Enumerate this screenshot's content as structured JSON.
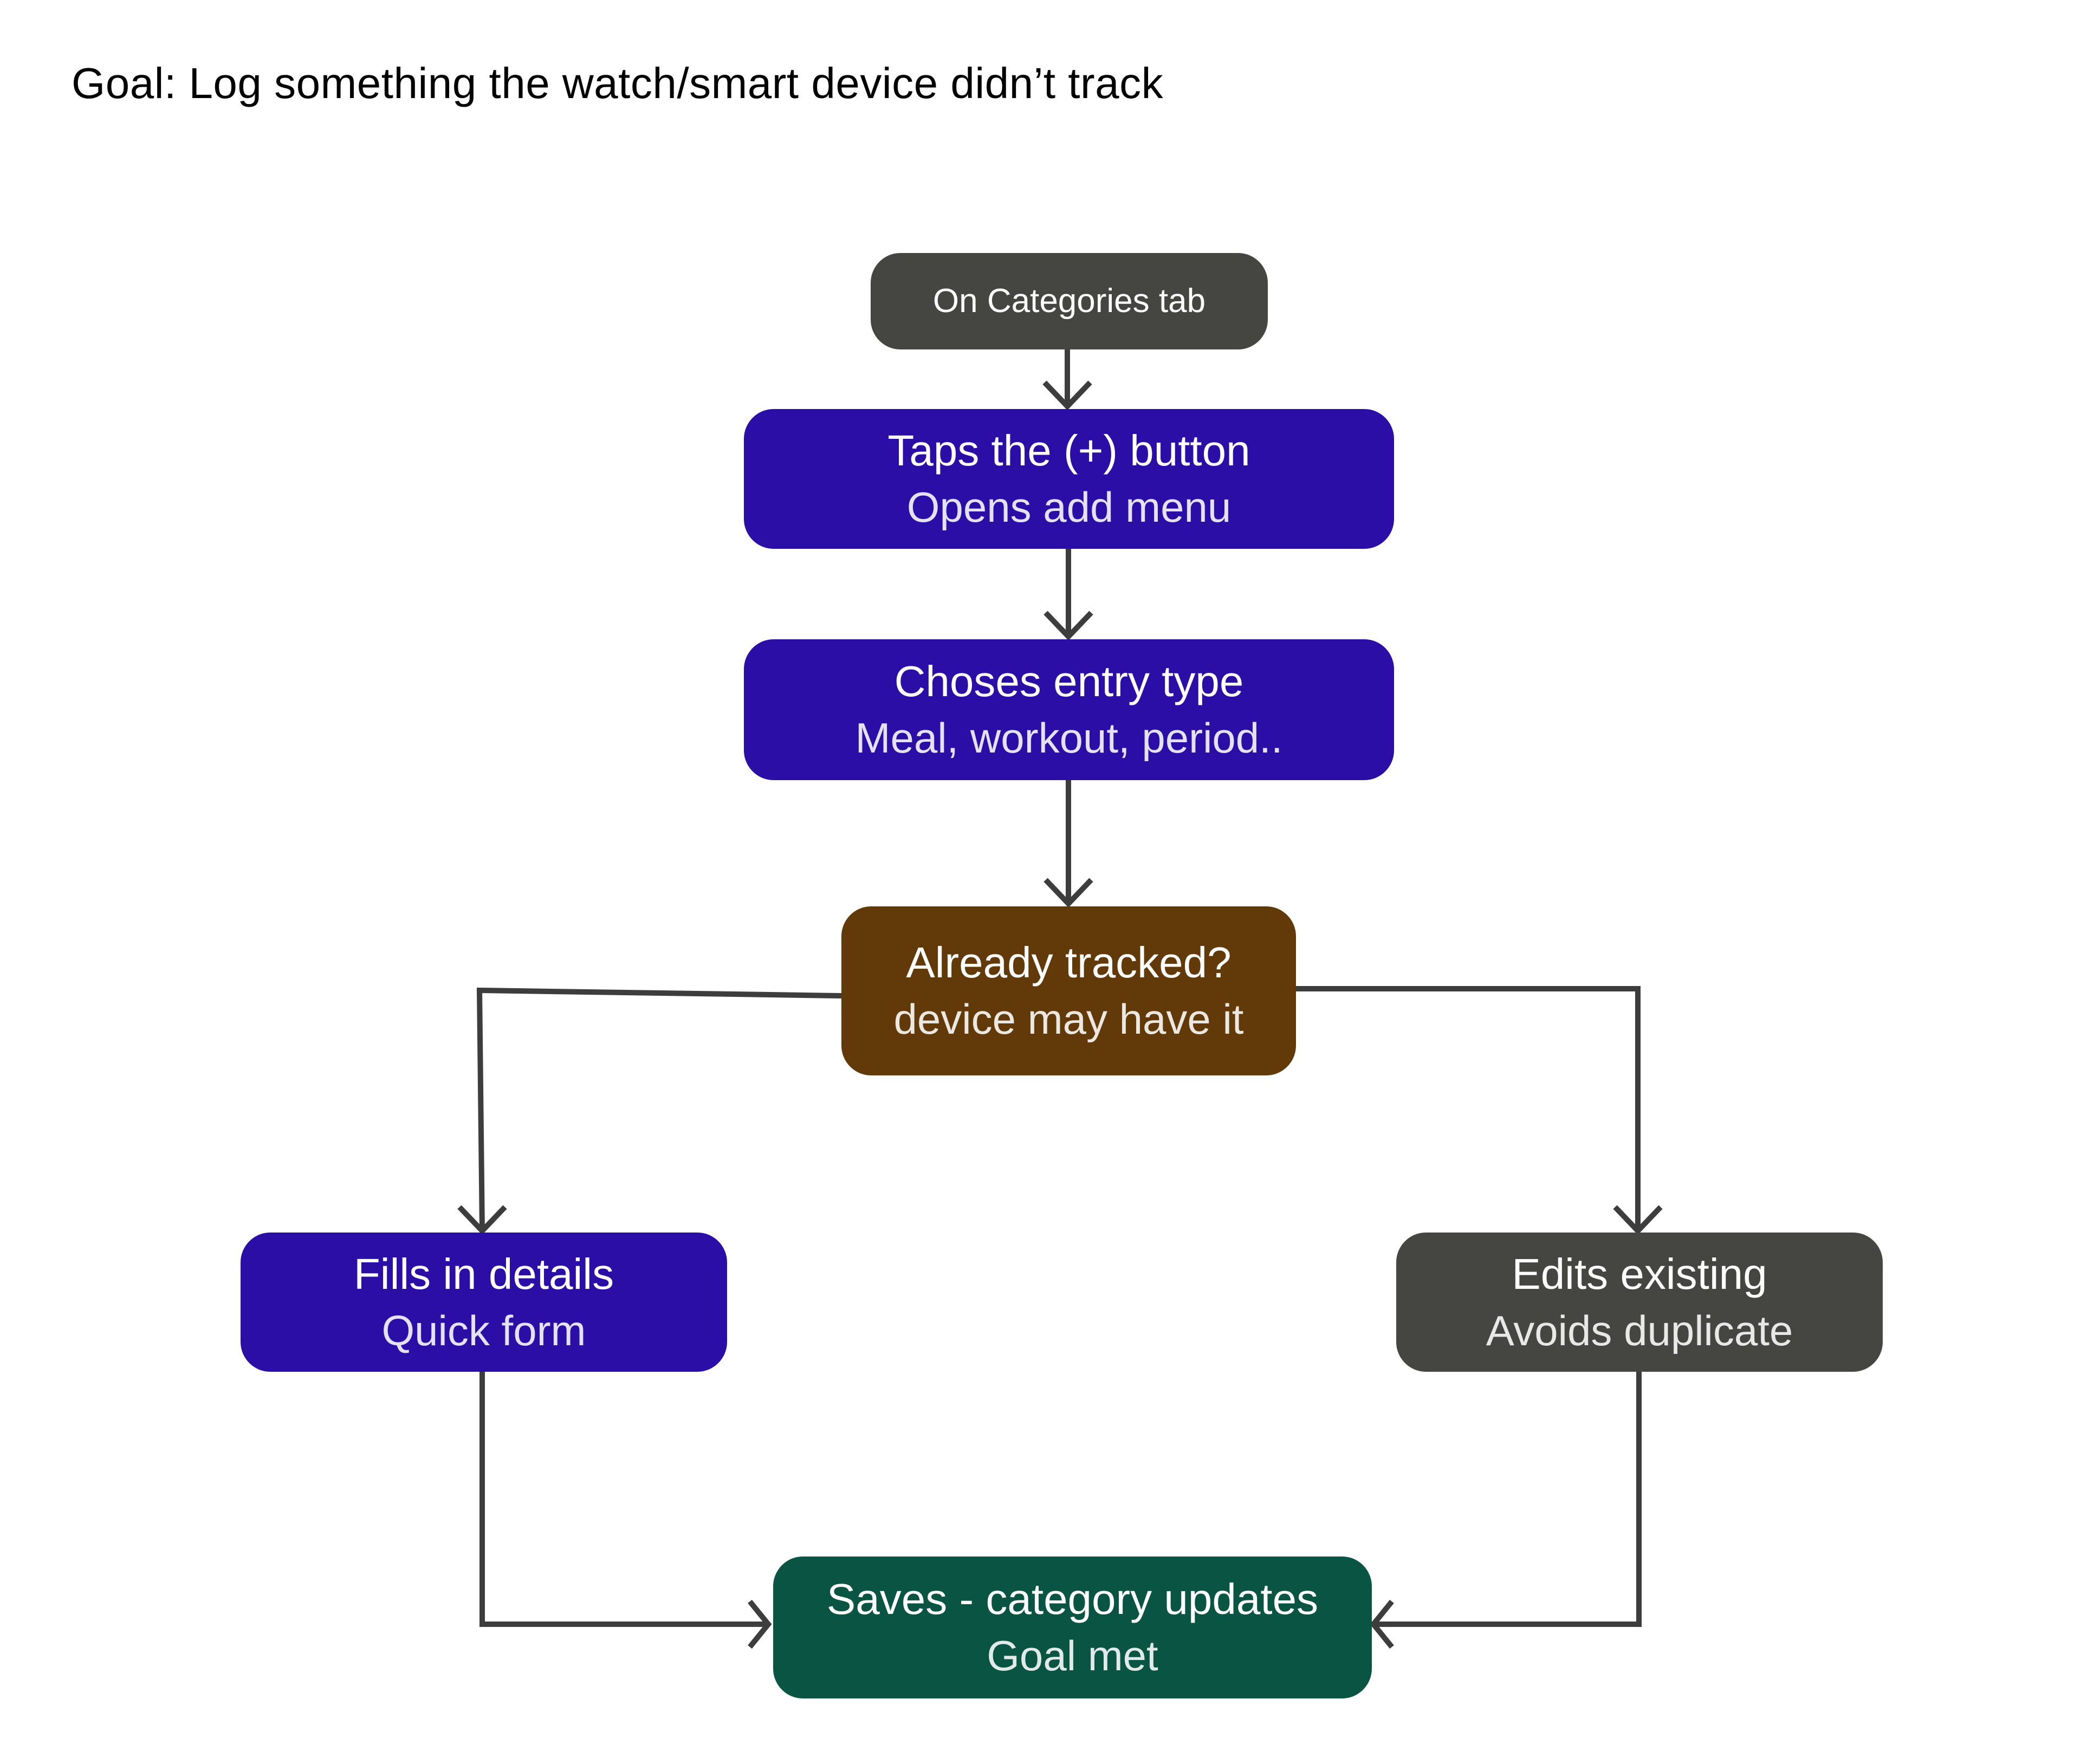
{
  "goal": "Goal: Log something the watch/smart device didn’t track",
  "colors": {
    "start": "#454542",
    "action": "#2a0ea6",
    "decision": "#623a09",
    "existing": "#454542",
    "end": "#0a5444",
    "line": "#3d3d3d"
  },
  "nodes": {
    "start": {
      "title": "On Categories tab"
    },
    "tap": {
      "title": "Taps the (+) button",
      "sub": "Opens add menu"
    },
    "choose": {
      "title": "Choses entry type",
      "sub": "Meal, workout, period.."
    },
    "decision": {
      "title": "Already tracked?",
      "sub": "device may have it"
    },
    "fill": {
      "title": "Fills in details",
      "sub": "Quick form"
    },
    "edit": {
      "title": "Edits existing",
      "sub": "Avoids duplicate"
    },
    "save": {
      "title": "Saves - category updates",
      "sub": "Goal met"
    }
  }
}
